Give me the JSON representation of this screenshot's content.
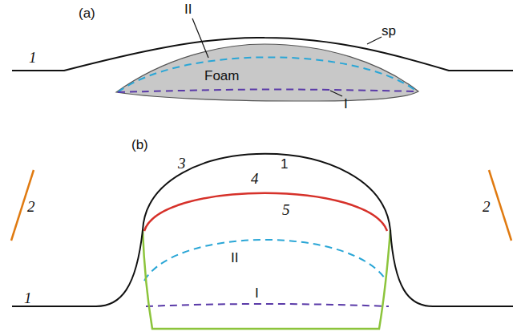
{
  "diagram": {
    "nodes": [
      {
        "text": [
          "Foam"
        ]
      }
    ],
    "labels": [
      "(a)",
      "II",
      "sp",
      "1",
      "I",
      "(b)",
      "3",
      "1",
      "4",
      "5",
      "2",
      "2",
      "II",
      "1",
      "I"
    ]
  }
}
